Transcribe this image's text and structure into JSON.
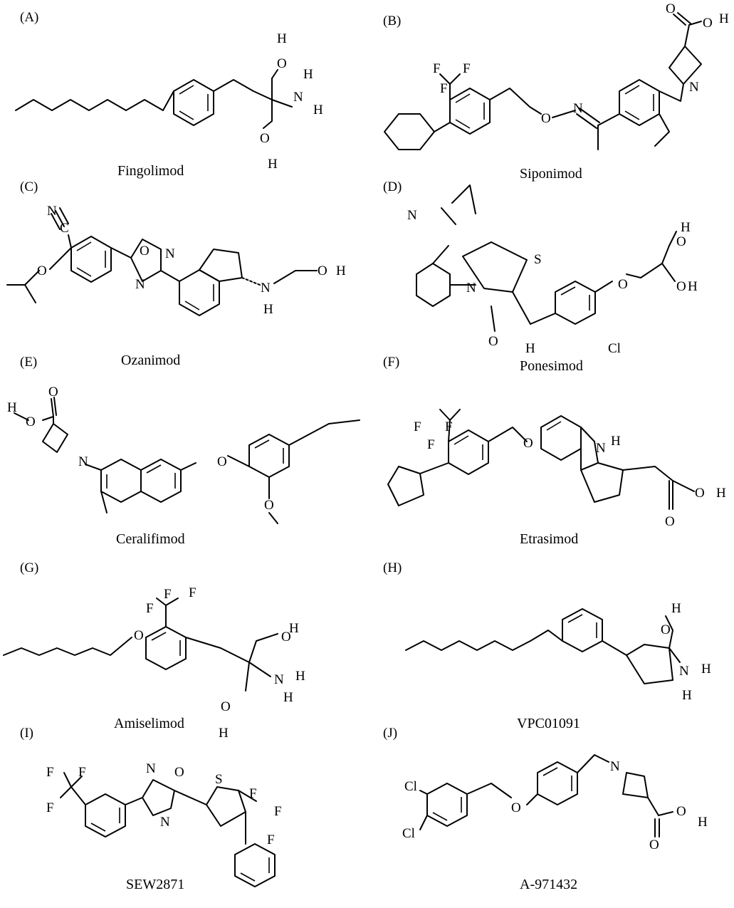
{
  "figure": {
    "panels": [
      {
        "id": "A",
        "label": "(A)",
        "name": "Fingolimod"
      },
      {
        "id": "B",
        "label": "(B)",
        "name": "Siponimod"
      },
      {
        "id": "C",
        "label": "(C)",
        "name": "Ozanimod"
      },
      {
        "id": "D",
        "label": "(D)",
        "name": "Ponesimod"
      },
      {
        "id": "E",
        "label": "(E)",
        "name": "Ceralifimod"
      },
      {
        "id": "F",
        "label": "(F)",
        "name": "Etrasimod"
      },
      {
        "id": "G",
        "label": "(G)",
        "name": "Amiselimod"
      },
      {
        "id": "H",
        "label": "(H)",
        "name": "VPC01091"
      },
      {
        "id": "I",
        "label": "(I)",
        "name": "SEW2871"
      },
      {
        "id": "J",
        "label": "(J)",
        "name": "A-971432"
      }
    ]
  },
  "atoms": {
    "O": "O",
    "H": "H",
    "N": "N",
    "F": "F",
    "S": "S",
    "Cl": "Cl",
    "C": "C"
  },
  "colors": {
    "ink": "#000000",
    "background": "#ffffff"
  }
}
